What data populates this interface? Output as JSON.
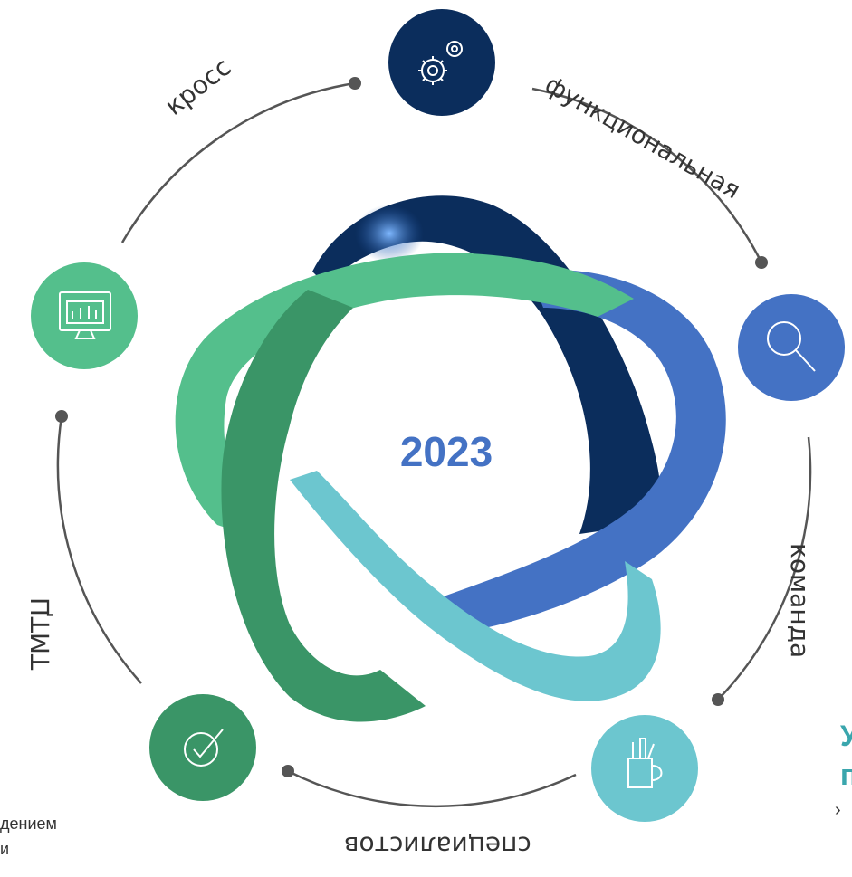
{
  "center_label": "2023",
  "arc_words": {
    "top_left": "кросс",
    "top_right": "функциональная",
    "right": "команда",
    "bottom": "специалистов",
    "left": "ЦТМТ"
  },
  "colors": {
    "navy": "#0b2d5c",
    "blue": "#4472c4",
    "teal": "#6cc6cf",
    "green": "#3a9567",
    "mint": "#54bf8c",
    "gray_line": "#555555"
  },
  "icons": {
    "top": "gears-icon",
    "right": "magnifier-icon",
    "bottom_right": "pencil-cup-icon",
    "bottom_left": "gear-check-icon",
    "left": "monitor-chart-icon"
  },
  "edge_fragments": {
    "left_line1": "дением",
    "left_line2": "и",
    "right_title1": "У",
    "right_title2": "п",
    "right_bullet": "›"
  }
}
